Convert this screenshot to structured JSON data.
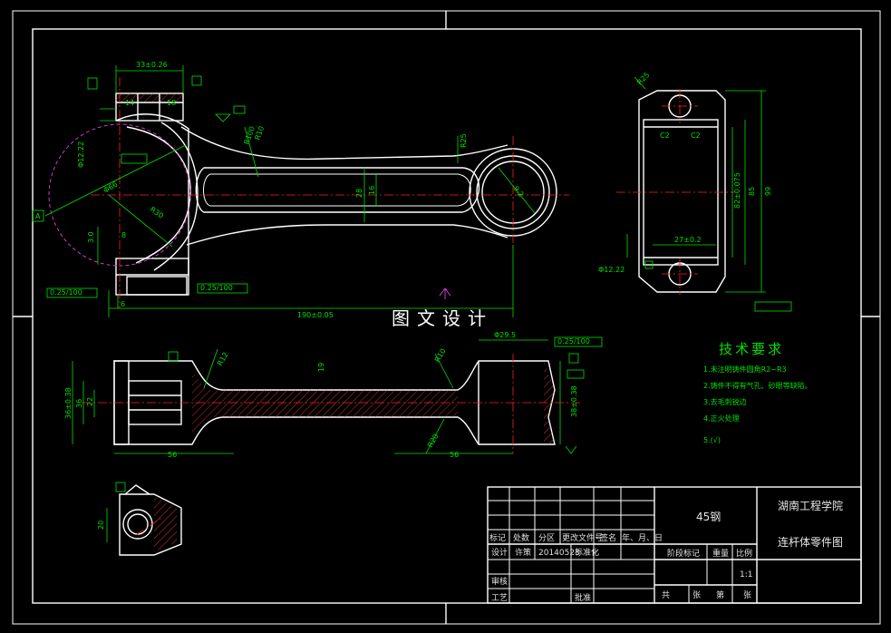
{
  "watermark": "图文设计",
  "tech_requirements": {
    "title": "技术要求",
    "items": [
      "1.未注明铸件圆角R2~R3",
      "2.铸件不得有气孔、砂眼等缺陷。",
      "3.去毛刺锐边",
      "4.正火处理",
      "5.(√)"
    ]
  },
  "dimensions": {
    "d1": "33±0.26",
    "d2": "14",
    "d3": "18",
    "d4": "Φ12.22",
    "d5": "Φ66",
    "d6": "R30",
    "d7": "8",
    "d8": "6",
    "d9": "3.0",
    "d10": "190±0.05",
    "d11": "28",
    "d12": "16",
    "d13": "R100",
    "d14": "R10",
    "d15": "9.2",
    "d16": "R25",
    "d17": "Φ12.22",
    "d18": "27±0.2",
    "d19": "82±0.075",
    "d20": "85",
    "d21": "99",
    "d22": "C2",
    "d23": "C2",
    "d24": "56",
    "d25": "56",
    "d26": "R12",
    "d27": "19",
    "d28": "R10",
    "d29": "R20",
    "d30": "Φ29.5",
    "d31": "36",
    "d32": "22",
    "d33": "20",
    "d34": "36±0.38",
    "d35": "38±0.38",
    "d36": "0.25/100",
    "d37": "0.25/100",
    "d38": "0.25/100",
    "d39": "A"
  },
  "title_block": {
    "material": "45钢",
    "school": "湖南工程学院",
    "drawing_name": "连杆体零件图",
    "hdr": [
      "标记",
      "处数",
      "分区",
      "更改文件号",
      "签名",
      "年、月、日"
    ],
    "design_label": "设计",
    "designer": "许策",
    "date": "20140523",
    "std_label": "标准化",
    "review_label": "审核",
    "process_label": "工艺",
    "approve_label": "批准",
    "stage_label": "阶段标记",
    "weight_label": "重量",
    "scale_label": "比例",
    "scale_value": "1:1",
    "sheet_total": "共",
    "sheet_unit": "张",
    "sheet_no": "第",
    "sheet_unit2": "张"
  }
}
